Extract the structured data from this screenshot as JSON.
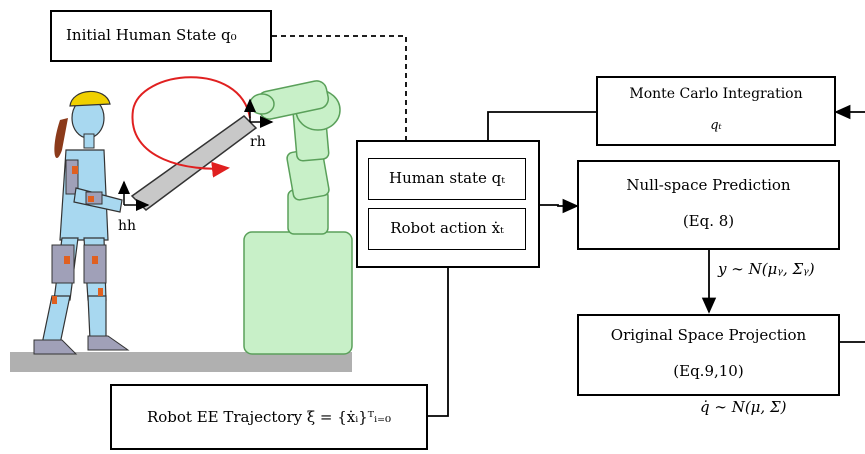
{
  "boxes": {
    "initial_state": "Initial Human State q₀",
    "monte_carlo_title": "Monte Carlo Integration",
    "monte_carlo_sub": "qₜ",
    "human_state": "Human state qₜ",
    "robot_action": "Robot action ẋₜ",
    "nullspace_title": "Null-space Prediction",
    "nullspace_sub": "(Eq. 8)",
    "original_title": "Original Space Projection",
    "original_sub": "(Eq.9,10)",
    "robot_traj": "Robot EE Trajectory ξ = {ẋᵢ}ᵀᵢ₌₀"
  },
  "labels": {
    "y_dist": "y ∼ N(μᵧ, Σᵧ)",
    "qdot_dist": "q̇ ∼ N(μ, Σ)",
    "hh": "hh",
    "rh": "rh"
  },
  "colors": {
    "skin": "#a8d8f0",
    "robot": "#c8f0c8",
    "trajectory": "#e02020",
    "helmet": "#f0d000",
    "hair": "#8b3a1a",
    "floor": "#b0b0b0",
    "tool": "#c8c8c8",
    "joint": "#a0a0b8",
    "marker": "#e06020"
  }
}
